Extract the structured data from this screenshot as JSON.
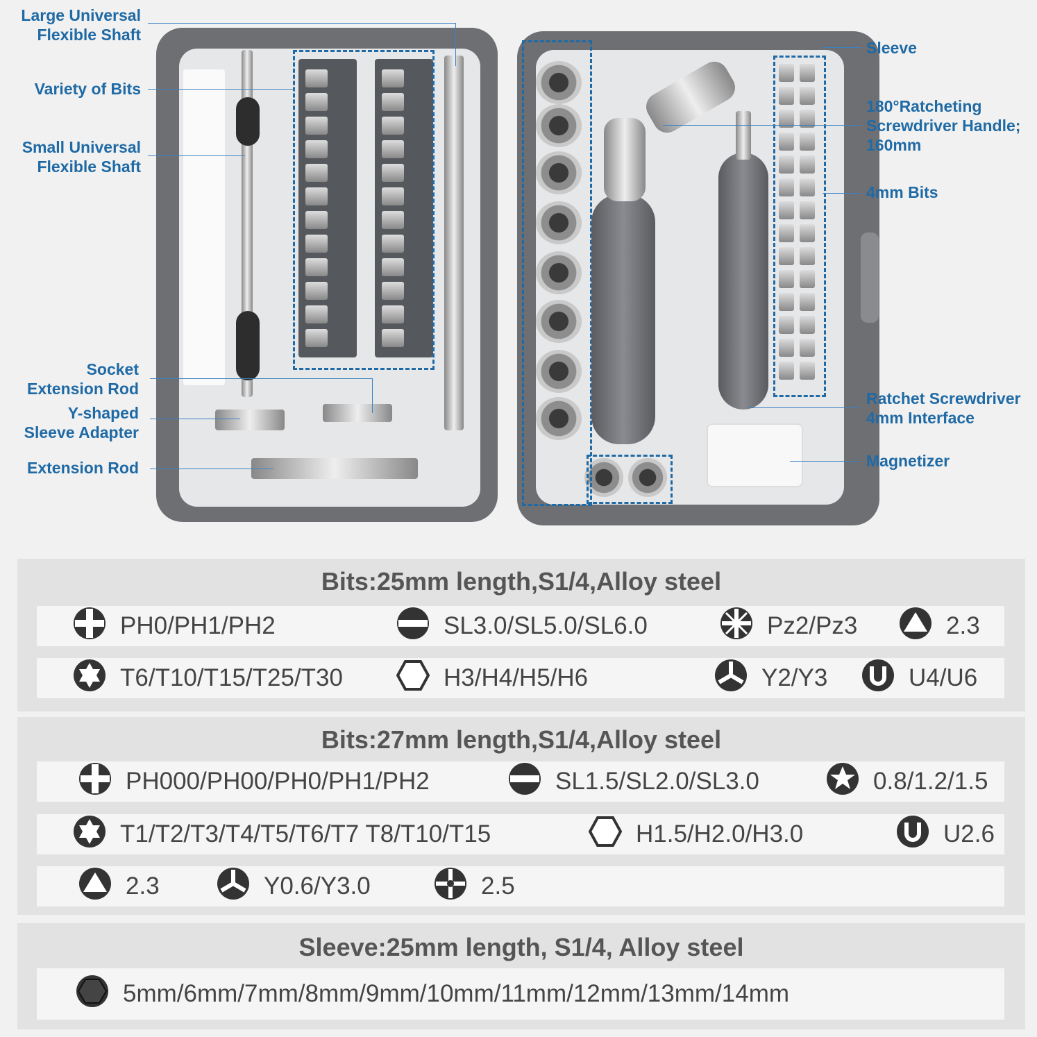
{
  "callouts": {
    "left": [
      "Large Universal\nFlexible Shaft",
      "Variety of Bits",
      "Small Universal\nFlexible Shaft",
      "Socket\nExtension Rod",
      "Y-shaped\nSleeve Adapter",
      "Extension Rod"
    ],
    "right": [
      "Sleeve",
      "180°Ratcheting\nScrewdriver Handle;\n160mm",
      "4mm Bits",
      "Ratchet Screwdriver\n4mm Interface",
      "Magnetizer"
    ]
  },
  "colors": {
    "callout": "#1f6aa5",
    "case": "#6e6f73",
    "panel": "#e2e2e2",
    "icon": "#333333"
  },
  "specs": [
    {
      "title": "Bits:25mm length,S1/4,Alloy steel",
      "rows": [
        [
          {
            "icon": "phillips-icon",
            "text": "PH0/PH1/PH2"
          },
          {
            "icon": "slotted-icon",
            "text": "SL3.0/SL5.0/SL6.0"
          },
          {
            "icon": "pozidriv-icon",
            "text": "Pz2/Pz3"
          },
          {
            "icon": "triangle-icon",
            "text": "2.3"
          }
        ],
        [
          {
            "icon": "torx-icon",
            "text": "T6/T10/T15/T25/T30"
          },
          {
            "icon": "hex-icon",
            "text": "H3/H4/H5/H6"
          },
          {
            "icon": "tri-wing-icon",
            "text": "Y2/Y3"
          },
          {
            "icon": "u-shape-icon",
            "text": "U4/U6"
          }
        ]
      ]
    },
    {
      "title": "Bits:27mm length,S1/4,Alloy steel",
      "rows": [
        [
          {
            "icon": "phillips-icon",
            "text": "PH000/PH00/PH0/PH1/PH2"
          },
          {
            "icon": "slotted-icon",
            "text": "SL1.5/SL2.0/SL3.0"
          },
          {
            "icon": "pentalobe-icon",
            "text": "0.8/1.2/1.5"
          }
        ],
        [
          {
            "icon": "torx-icon",
            "text": "T1/T2/T3/T4/T5/T6/T7 T8/T10/T15"
          },
          {
            "icon": "hex-icon",
            "text": "H1.5/H2.0/H3.0"
          },
          {
            "icon": "u-shape-icon",
            "text": "U2.6"
          }
        ],
        [
          {
            "icon": "triangle-icon",
            "text": "2.3"
          },
          {
            "icon": "tri-wing-icon",
            "text": "Y0.6/Y3.0"
          },
          {
            "icon": "cross-point-icon",
            "text": "2.5"
          }
        ]
      ]
    },
    {
      "title": "Sleeve:25mm length, S1/4, Alloy steel",
      "rows": [
        [
          {
            "icon": "hex-socket-icon",
            "text": "5mm/6mm/7mm/8mm/9mm/10mm/11mm/12mm/13mm/14mm"
          }
        ]
      ]
    }
  ]
}
